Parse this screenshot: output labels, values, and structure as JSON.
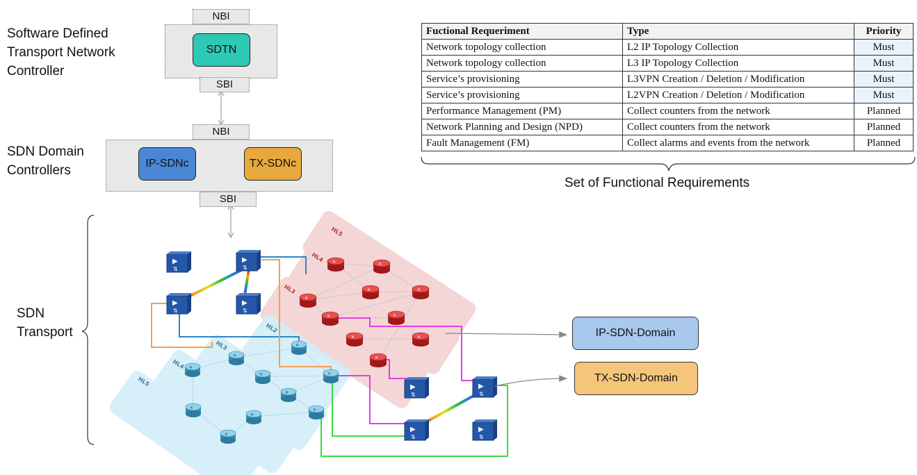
{
  "left_labels": {
    "sdtn_controller": [
      "Software Defined",
      "Transport Network",
      "Controller"
    ],
    "sdn_domain_controllers": [
      "SDN Domain",
      "Controllers"
    ],
    "sdn_transport": [
      "SDN",
      "Transport"
    ]
  },
  "top_stack": {
    "nbi_top": "NBI",
    "sdtn": "SDTN",
    "sbi_top": "SBI",
    "nbi_mid": "NBI",
    "ip_sdnc": "IP-SDNc",
    "tx_sdnc": "TX-SDNc",
    "sbi_bottom": "SBI"
  },
  "table": {
    "headers": [
      "Fuctional Requeriment",
      "Type",
      "Priority"
    ],
    "rows": [
      {
        "requirement": "Network topology collection",
        "type": "L2 IP Topology Collection",
        "priority": "Must"
      },
      {
        "requirement": "Network topology collection",
        "type": "L3 IP Topology Collection",
        "priority": "Must"
      },
      {
        "requirement": "Service’s provisioning",
        "type": "L3VPN Creation / Deletion / Modification",
        "priority": "Must"
      },
      {
        "requirement": "Service’s provisioning",
        "type": "L2VPN Creation / Deletion / Modification",
        "priority": "Must"
      },
      {
        "requirement": "Performance Management (PM)",
        "type": "Collect counters from the network",
        "priority": "Planned"
      },
      {
        "requirement": "Network Planning and Design (NPD)",
        "type": "Collect counters from the network",
        "priority": "Planned"
      },
      {
        "requirement": "Fault Management (FM)",
        "type": "Collect alarms and events from the network",
        "priority": "Planned"
      }
    ],
    "caption": "Set of Functional Requirements"
  },
  "domains": {
    "ip": "IP-SDN-Domain",
    "tx": "TX-SDN-Domain"
  },
  "hl_labels": {
    "red": [
      "HL5",
      "HL4",
      "HL3"
    ],
    "blue": [
      "HL2",
      "HL3",
      "HL4",
      "HL5"
    ]
  },
  "colors": {
    "sdtn": "#2ec9b5",
    "ip_sdnc": "#4a86d6",
    "tx_sdnc": "#e8a93c",
    "ip_domain": "#a9c8ee",
    "tx_domain": "#f5c57a",
    "red_band": "#f3d0d0",
    "blue_band": "#d3eef8",
    "red_router": "#d83a3a",
    "blue_router": "#5fb6d6",
    "switch": "#2457a8"
  }
}
